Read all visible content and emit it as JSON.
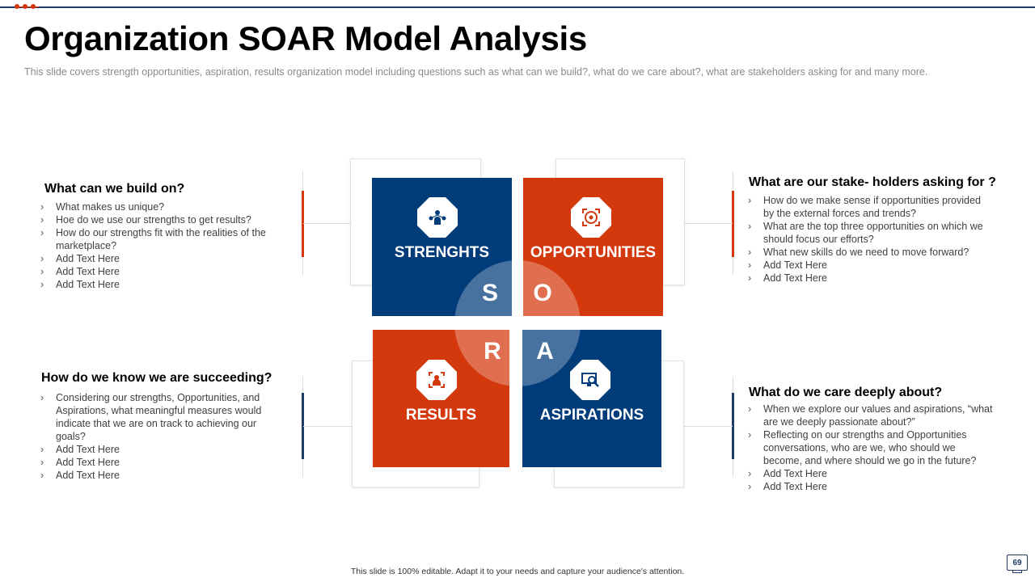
{
  "header": {
    "title": "Organization SOAR Model Analysis",
    "subtitle": "This slide covers strength opportunities, aspiration, results organization  model  including questions such as what can we build?, what do we care about?, what are stakeholders asking for and many more."
  },
  "quadrants": {
    "strengths": {
      "question": "What can we build  on?",
      "items": [
        "What makes us unique?",
        "Hoe do we use our strengths to get results?",
        "How do our strengths fit with the realities of the marketplace?",
        "Add Text Here",
        "Add Text Here",
        "Add Text Here"
      ]
    },
    "opportunities": {
      "question": "What are our stake- holders asking for ?",
      "items": [
        "How do we make sense if opportunities provided  by  the external forces and trends?",
        "What are the top three opportunities on which we should focus our efforts?",
        "What new skills do we need to move forward?",
        "Add Text Here",
        "Add Text Here"
      ]
    },
    "results": {
      "question": "How do we know we  are succeeding?",
      "items": [
        "Considering our strengths, Opportunities, and Aspirations, what meaningful measures would indicate that we are on track to achieving  our goals?",
        "Add Text Here",
        "Add Text Here",
        "Add Text Here"
      ]
    },
    "aspirations": {
      "question": "What do we care deeply about?",
      "items": [
        "When we explore our values and aspirations, “what are we deeply passionate about?”",
        "Reflecting on our strengths and Opportunities conversations, who are we, who should we become, and where should we go in the future?",
        "Add Text Here",
        "Add Text Here"
      ]
    }
  },
  "tiles": {
    "strengths": "STRENGHTS",
    "opportunities": "OPPORTUNITIES",
    "results": "RESULTS",
    "aspirations": "ASPIRATIONS"
  },
  "letters": {
    "s": "S",
    "o": "O",
    "r": "R",
    "a": "A"
  },
  "icons": {
    "strengths": "people-network-icon",
    "opportunities": "target-icon",
    "results": "team-arrows-icon",
    "aspirations": "search-monitor-icon"
  },
  "colors": {
    "navy": "#003b7a",
    "orange": "#d4380d",
    "accent_navy": "#1f3b66"
  },
  "footer": {
    "note": "This slide is 100% editable. Adapt it to your needs and capture your audience's attention.",
    "page_number": "69"
  }
}
